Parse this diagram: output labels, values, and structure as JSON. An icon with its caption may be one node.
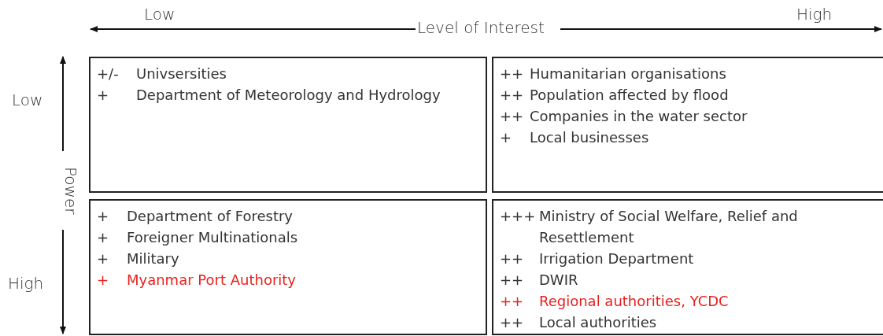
{
  "diagram": {
    "nodes": [
      {
        "text": [
          "+/- Univsersities",
          "+ Department of Meteorology and Hydrology"
        ]
      },
      {
        "text": [
          "++ Humanitarian organisations",
          "++ Population affected by flood",
          "++ Companies in the water sector",
          "+ Local businesses"
        ]
      },
      {
        "text": [
          "+ Department of Forestry",
          "+ Foreigner Multinationals",
          "+ Military",
          "+ Myanmar Port Authority"
        ]
      },
      {
        "text": [
          "+++ Ministry of Social Welfare, Relief and Resettlement",
          "++ Irrigation Department",
          "++ DWIR",
          "++ Regional authorities, YCDC",
          "++ Local authorities"
        ]
      }
    ],
    "edges": [],
    "labels": [
      "Low",
      "Level of Interest",
      "High",
      "Low",
      "Power",
      "High"
    ]
  }
}
